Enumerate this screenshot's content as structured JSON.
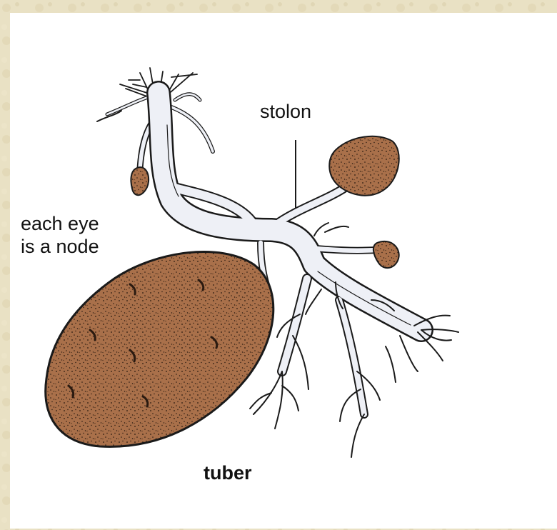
{
  "diagram": {
    "labels": {
      "eye_line1": "each eye",
      "eye_line2": "is a node",
      "stolon": "stolon",
      "tuber": "tuber"
    },
    "colors": {
      "background": "#e9e1c4",
      "panel": "#ffffff",
      "tuber_fill": "#a9704a",
      "stem_fill": "#eef0f6",
      "outline": "#1a1a1a"
    }
  }
}
